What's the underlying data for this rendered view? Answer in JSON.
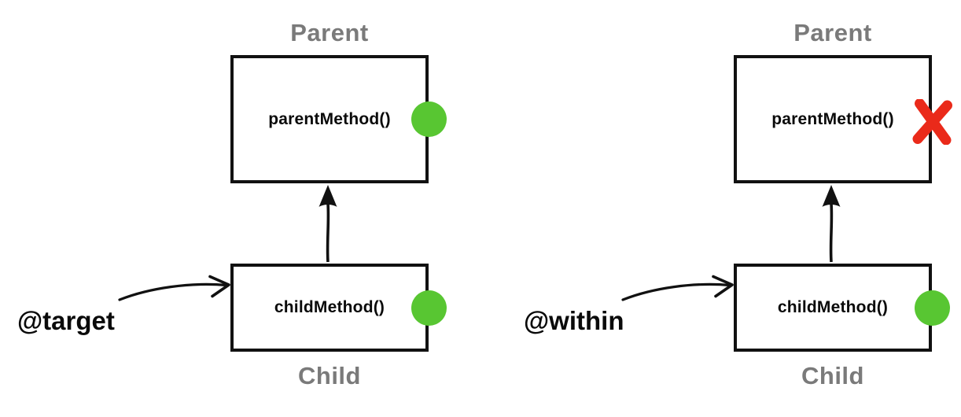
{
  "colors": {
    "accent_green": "#58c632",
    "accent_red": "#ea2a1a",
    "label_gray": "#7a7a7a",
    "ink_black": "#111111",
    "bg": "#ffffff"
  },
  "icons": {
    "advised_marker": "green-circle-icon",
    "blocked_marker": "red-x-icon",
    "inheritance": "up-arrow-icon",
    "pointer": "curved-arrow-icon"
  },
  "diagrams": [
    {
      "annotation": "@target",
      "parent": {
        "title": "Parent",
        "method": "parentMethod()",
        "marker": "green-circle"
      },
      "child": {
        "title": "Child",
        "method": "childMethod()",
        "marker": "green-circle"
      }
    },
    {
      "annotation": "@within",
      "parent": {
        "title": "Parent",
        "method": "parentMethod()",
        "marker": "red-x"
      },
      "child": {
        "title": "Child",
        "method": "childMethod()",
        "marker": "green-circle"
      }
    }
  ]
}
